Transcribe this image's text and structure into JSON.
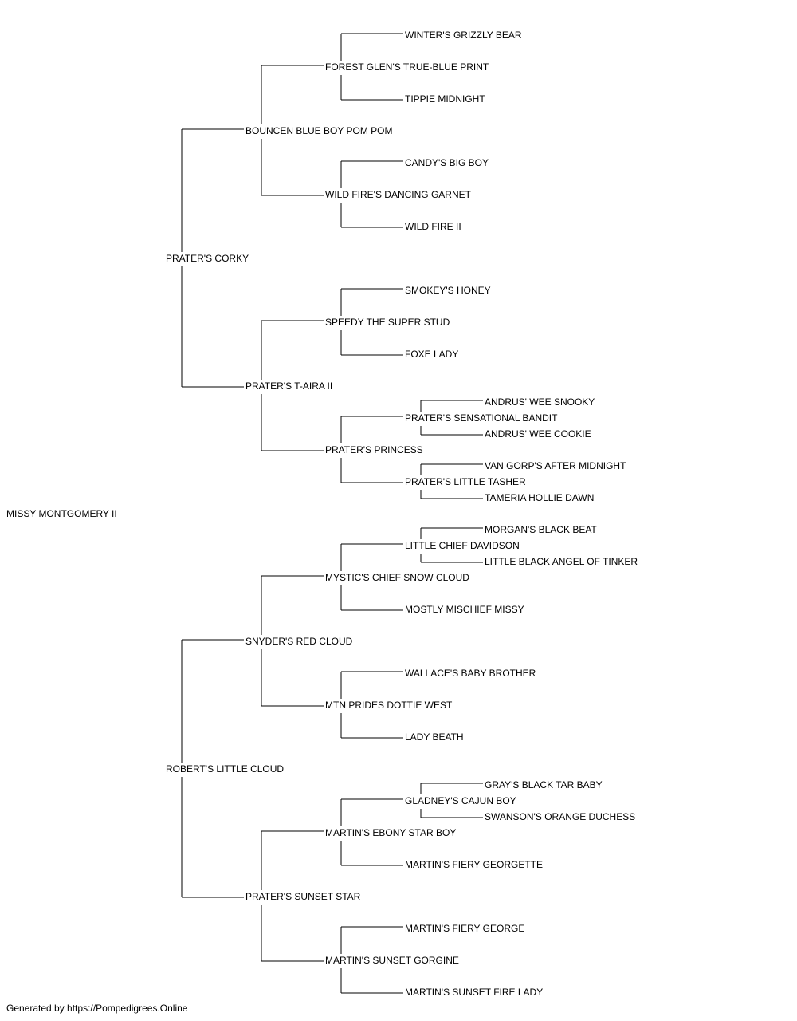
{
  "pedigree": {
    "name": "MISSY MONTGOMERY II",
    "sire": {
      "name": "PRATER'S CORKY",
      "sire": {
        "name": "BOUNCEN BLUE BOY POM POM",
        "sire": {
          "name": "FOREST GLEN'S TRUE-BLUE PRINT",
          "sire": {
            "name": "WINTER'S GRIZZLY BEAR"
          },
          "dam": {
            "name": "TIPPIE MIDNIGHT"
          }
        },
        "dam": {
          "name": "WILD FIRE'S DANCING GARNET",
          "sire": {
            "name": "CANDY'S BIG BOY"
          },
          "dam": {
            "name": "WILD FIRE II"
          }
        }
      },
      "dam": {
        "name": "PRATER'S T-AIRA II",
        "sire": {
          "name": "SPEEDY THE SUPER STUD",
          "sire": {
            "name": "SMOKEY'S HONEY"
          },
          "dam": {
            "name": "FOXE LADY"
          }
        },
        "dam": {
          "name": "PRATER'S PRINCESS",
          "sire": {
            "name": "PRATER'S SENSATIONAL BANDIT",
            "sire": {
              "name": "ANDRUS' WEE SNOOKY"
            },
            "dam": {
              "name": "ANDRUS' WEE COOKIE"
            }
          },
          "dam": {
            "name": "PRATER'S LITTLE TASHER",
            "sire": {
              "name": "VAN GORP'S AFTER MIDNIGHT"
            },
            "dam": {
              "name": "TAMERIA HOLLIE DAWN"
            }
          }
        }
      }
    },
    "dam": {
      "name": "ROBERT'S LITTLE CLOUD",
      "sire": {
        "name": "SNYDER'S RED CLOUD",
        "sire": {
          "name": "MYSTIC'S CHIEF SNOW CLOUD",
          "sire": {
            "name": "LITTLE CHIEF DAVIDSON",
            "sire": {
              "name": "MORGAN'S BLACK BEAT"
            },
            "dam": {
              "name": "LITTLE BLACK ANGEL OF TINKER"
            }
          },
          "dam": {
            "name": "MOSTLY MISCHIEF MISSY"
          }
        },
        "dam": {
          "name": "MTN PRIDES DOTTIE WEST",
          "sire": {
            "name": "WALLACE'S BABY BROTHER"
          },
          "dam": {
            "name": "LADY BEATH"
          }
        }
      },
      "dam": {
        "name": "PRATER'S SUNSET STAR",
        "sire": {
          "name": "MARTIN'S EBONY STAR BOY",
          "sire": {
            "name": "GLADNEY'S CAJUN BOY",
            "sire": {
              "name": "GRAY'S BLACK TAR BABY"
            },
            "dam": {
              "name": "SWANSON'S ORANGE DUCHESS"
            }
          },
          "dam": {
            "name": "MARTIN'S FIERY GEORGETTE"
          }
        },
        "dam": {
          "name": "MARTIN'S SUNSET GORGINE",
          "sire": {
            "name": "MARTIN'S FIERY GEORGE"
          },
          "dam": {
            "name": "MARTIN'S SUNSET FIRE LADY"
          }
        }
      }
    }
  },
  "footer": "Generated by https://Pompedigrees.Online",
  "colors": {
    "background": "#ffffff",
    "text": "#000000",
    "line": "#000000"
  }
}
